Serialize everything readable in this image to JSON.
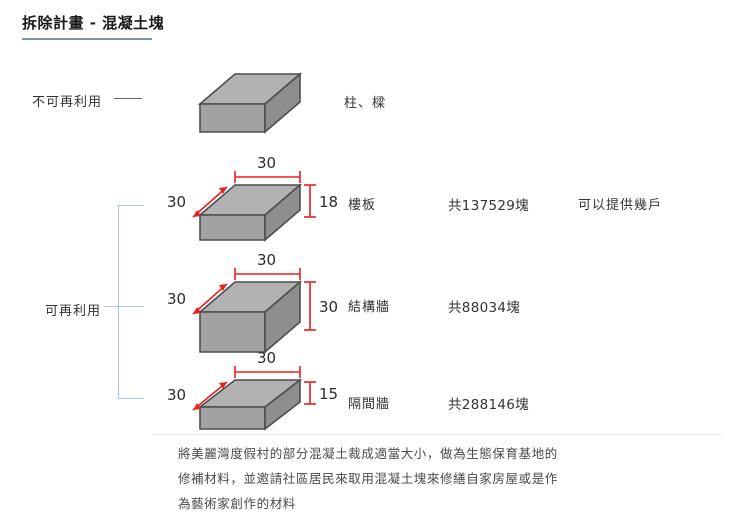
{
  "page": {
    "title": "拆除計畫 - 混凝土塊",
    "accent_color": "#7d93b0",
    "dimension_color": "#e8201e",
    "bracket_color": "#aac2da"
  },
  "categories": [
    {
      "id": "non-reusable",
      "label": "不可再利用"
    },
    {
      "id": "reusable",
      "label": "可再利用"
    }
  ],
  "rows": [
    {
      "id": "column-beam",
      "category": "non-reusable",
      "part_label": "柱、樑",
      "count_label": "",
      "note_label": "",
      "dimensions": {
        "width": "",
        "depth": "",
        "height": ""
      },
      "show_dimensions": false
    },
    {
      "id": "floor-slab",
      "category": "reusable",
      "part_label": "樓板",
      "count_label": "共137529塊",
      "note_label": "可以提供幾戶",
      "dimensions": {
        "width": "30",
        "depth": "30",
        "height": "18"
      },
      "show_dimensions": true
    },
    {
      "id": "structural-wall",
      "category": "reusable",
      "part_label": "結構牆",
      "count_label": "共88034塊",
      "note_label": "",
      "dimensions": {
        "width": "30",
        "depth": "30",
        "height": "30"
      },
      "show_dimensions": true
    },
    {
      "id": "partition-wall",
      "category": "reusable",
      "part_label": "隔間牆",
      "count_label": "共288146塊",
      "note_label": "",
      "dimensions": {
        "width": "30",
        "depth": "30",
        "height": "15"
      },
      "show_dimensions": true
    }
  ],
  "footer": {
    "line1": "將美麗灣度假村的部分混凝土裁成適當大小，做為生態保育基地的",
    "line2": "修補材料，並邀請社區居民來取用混凝土塊來修繕自家房屋或是作",
    "line3": "為藝術家創作的材料"
  }
}
